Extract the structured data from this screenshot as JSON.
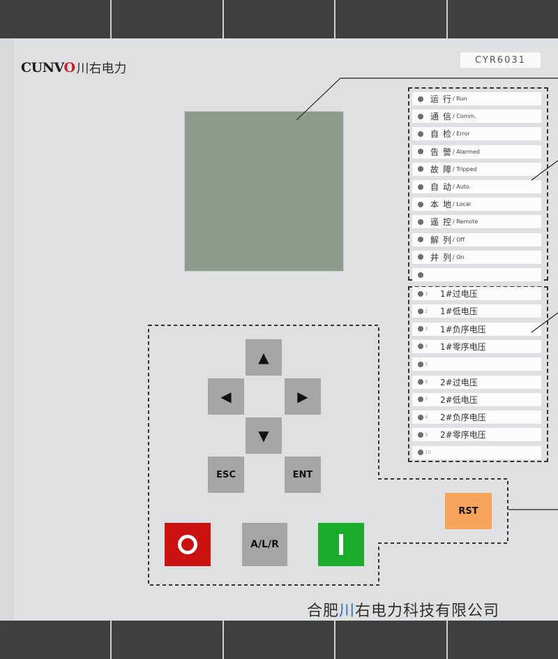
{
  "header": {
    "brand_prefix": "CUNV",
    "brand_v": "O",
    "brand_cn": "川右电力",
    "model": "CYR6031"
  },
  "indicators_group1": [
    {
      "cn": "运行",
      "en": "/ Run"
    },
    {
      "cn": "通信",
      "en": "/ Comm."
    },
    {
      "cn": "自检",
      "en": "/ Error"
    },
    {
      "cn": "告警",
      "en": "/ Alarmed"
    },
    {
      "cn": "故障",
      "en": "/ Tripped"
    },
    {
      "cn": "自动",
      "en": "/ Auto."
    },
    {
      "cn": "本地",
      "en": "/ Local"
    },
    {
      "cn": "遥控",
      "en": "/ Remote"
    },
    {
      "cn": "解列",
      "en": "/ Off"
    },
    {
      "cn": "并列",
      "en": "/ On"
    },
    {
      "cn": "",
      "en": ""
    }
  ],
  "indicators_group2": [
    {
      "num": "1",
      "label": "1#过电压"
    },
    {
      "num": "2",
      "label": "1#低电压"
    },
    {
      "num": "3",
      "label": "1#负序电压"
    },
    {
      "num": "4",
      "label": "1#零序电压"
    },
    {
      "num": "5",
      "label": ""
    },
    {
      "num": "6",
      "label": "2#过电压"
    },
    {
      "num": "7",
      "label": "2#低电压"
    },
    {
      "num": "8",
      "label": "2#负序电压"
    },
    {
      "num": "9",
      "label": "2#零序电压"
    },
    {
      "num": "10",
      "label": ""
    }
  ],
  "keys": {
    "up": "▲",
    "left": "◀",
    "right": "▶",
    "down": "▼",
    "esc": "ESC",
    "ent": "ENT",
    "alr": "A/L/R",
    "rst": "RST"
  },
  "footer": {
    "company_a": "合肥",
    "company_hl": "川",
    "company_b": "右电力科技有限公司"
  },
  "colors": {
    "stop": "#cc1111",
    "start": "#1bac2c",
    "reset": "#f7a45a",
    "lcd": "#8e9c8f",
    "connector": "#3f3f40"
  }
}
